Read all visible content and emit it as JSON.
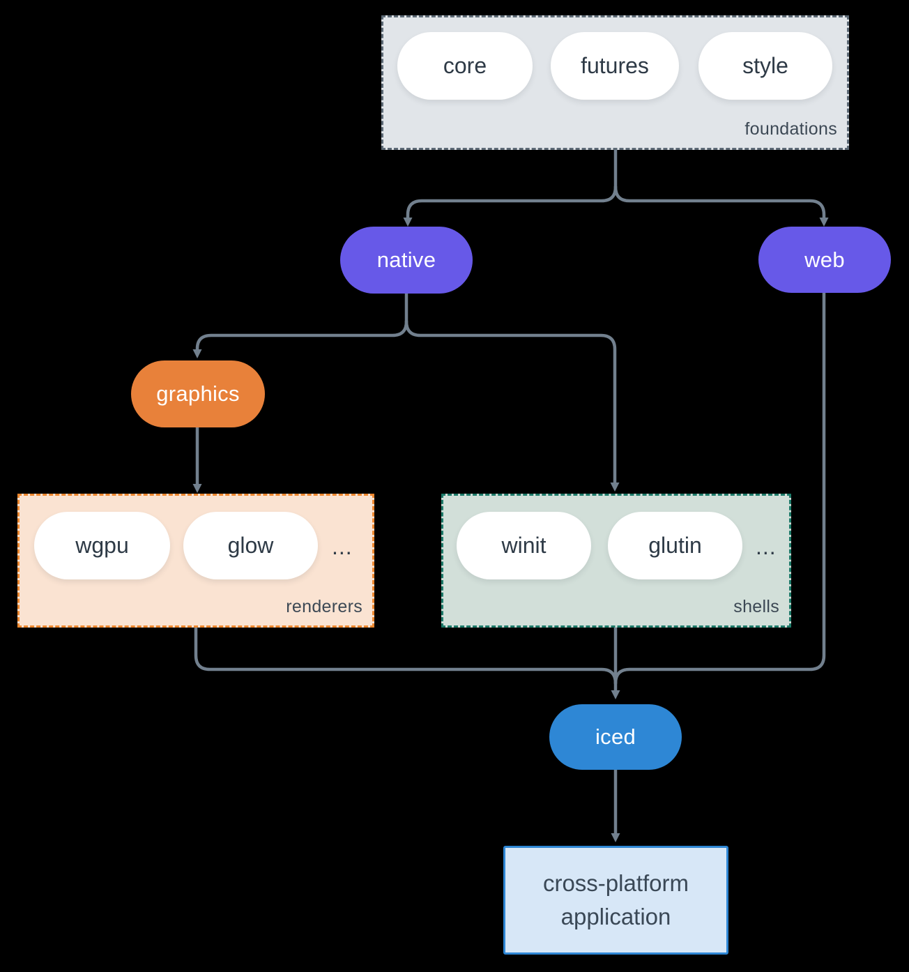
{
  "diagram": {
    "foundations": {
      "label": "foundations",
      "pills": [
        "core",
        "futures",
        "style"
      ]
    },
    "native": {
      "label": "native"
    },
    "web": {
      "label": "web"
    },
    "graphics": {
      "label": "graphics"
    },
    "renderers": {
      "label": "renderers",
      "pills": [
        "wgpu",
        "glow"
      ],
      "more": "..."
    },
    "shells": {
      "label": "shells",
      "pills": [
        "winit",
        "glutin"
      ],
      "more": "..."
    },
    "iced": {
      "label": "iced"
    },
    "app": {
      "line1": "cross-platform",
      "line2": "application"
    }
  },
  "colors": {
    "background": "#000000",
    "foundations_fill": "#e1e5e9",
    "foundations_border": "#5c6975",
    "renderers_fill": "#fae3d2",
    "renderers_border": "#ed872e",
    "shells_fill": "#d2dfd9",
    "shells_border": "#1d7a69",
    "purple_node": "#6759e8",
    "orange_node": "#e8813a",
    "blue_node": "#2e87d5",
    "app_fill": "#d7e7f7",
    "app_border": "#2e86d4",
    "connector": "#727e8c",
    "pill_text": "#2e3a46",
    "label_text": "#3c4854"
  }
}
